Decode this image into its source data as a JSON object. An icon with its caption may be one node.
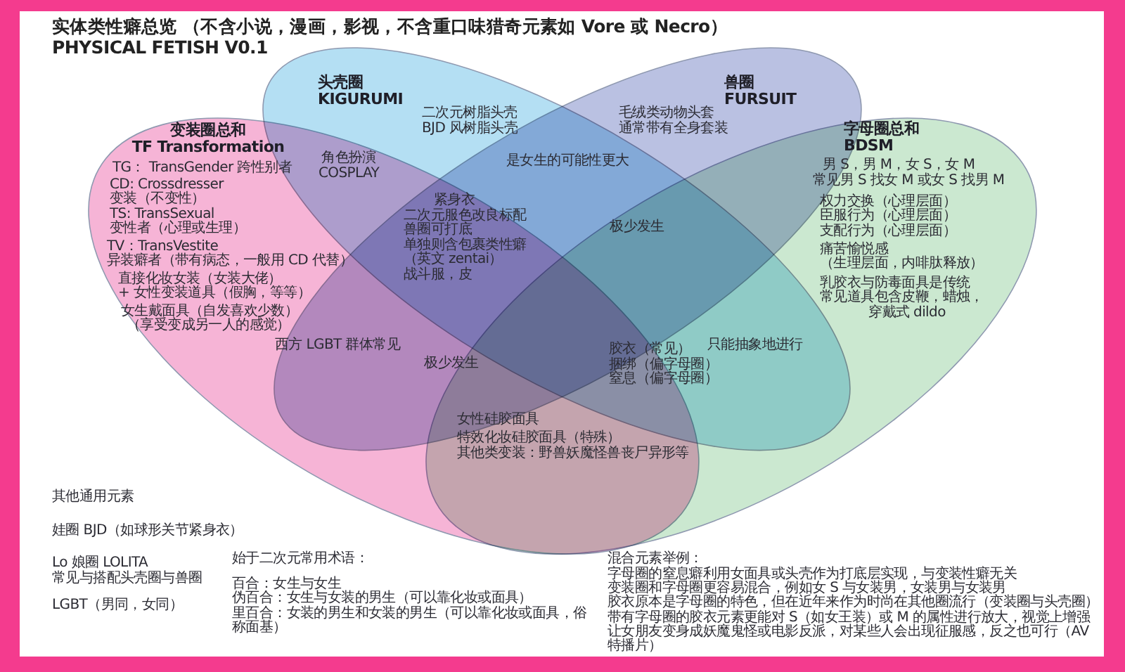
{
  "diagram": {
    "title": "实体类性癖总览 （不含小说，漫画，影视，不含重口味猎奇元素如 Vore 或 Necro）",
    "nodes": [
      {
        "text": [
          "变装圈总和",
          "TF Transformation",
          "TG： TransGender 跨性别者",
          "CD: Crossdresser",
          "变装（不变性）",
          "TS: TransSexual",
          "变性者（心理或生理）",
          "TV：TransVestite",
          "异装癖者（带有病态，一般用 CD 代替）",
          "直接化妆女装（女装大佬）",
          "+ 女性变装道具（假胸，等等）",
          "女生戴面具（自发喜欢少数）",
          "（享受变成另一人的感觉）"
        ]
      },
      {
        "text": [
          "头壳圈",
          "KIGURUMI",
          "二次元树脂头壳",
          "BJD 风树脂头壳"
        ]
      },
      {
        "text": [
          "兽圈",
          "FURSUIT",
          "毛绒类动物头套",
          "通常带有全身套装"
        ]
      },
      {
        "text": [
          "字母圈总和",
          "BDSM",
          "男 S，男 M，女 S，女 M",
          "常见男 S 找女 M 或女 S 找男 M",
          "权力交换（心理层面）",
          "臣服行为（心理层面）",
          "支配行为（心理层面）",
          "痛苦愉悦感",
          "（生理层面，内啡肽释放）",
          "乳胶衣与防毒面具是传统",
          "常见道具包含皮鞭，蜡烛，",
          "穿戴式 dildo"
        ]
      }
    ],
    "edges": [],
    "labels": [
      "PHYSICAL FETISH V0.1",
      "角色扮演",
      "COSPLAY",
      "是女生的可能性更大",
      "紧身衣",
      "二次元服色改良标配",
      "兽圈可打底",
      "单独则含包裹类性癖",
      "（英文 zentai）",
      "战斗服，皮",
      "极少发生",
      "西方 LGBT 群体常见",
      "极少发生",
      "胶衣（常见）",
      "捆绑（偏字母圈）",
      "窒息（偏字母圈）",
      "只能抽象地进行",
      "女性硅胶面具",
      "特效化妆硅胶面具（特殊）",
      "其他类变装：野兽妖魔怪兽丧尸异形等",
      "其他通用元素",
      "娃圈 BJD（如球形关节紧身衣）",
      "Lo 娘圈 LOLITA",
      "常见与搭配头壳圈与兽圈",
      "LGBT（男同，女同）",
      "始于二次元常用术语：",
      "百合：女生与女生",
      "伪百合：女生与女装的男生（可以靠化妆或面具）",
      "里百合：女装的男生和女装的男生（可以靠化妆或面具，俗称面基）",
      "混合元素举例：",
      "字母圈的窒息癖利用女面具或头壳作为打底层实现，与变装性癖无关",
      "变装圈和字母圈更容易混合，例如女 S 与女装男，女装男与女装男",
      "胶衣原本是字母圈的特色，但在近年来作为时尚在其他圈流行（变装圈与头壳圈）",
      "带有字母圈的胶衣元素更能对 S（如女王装）或 M 的属性进行放大，视觉上增强",
      "让女朋友变身成妖魔鬼怪或电影反派，对某些人会出现征服感，反之也可行（AV 特播片）"
    ]
  }
}
